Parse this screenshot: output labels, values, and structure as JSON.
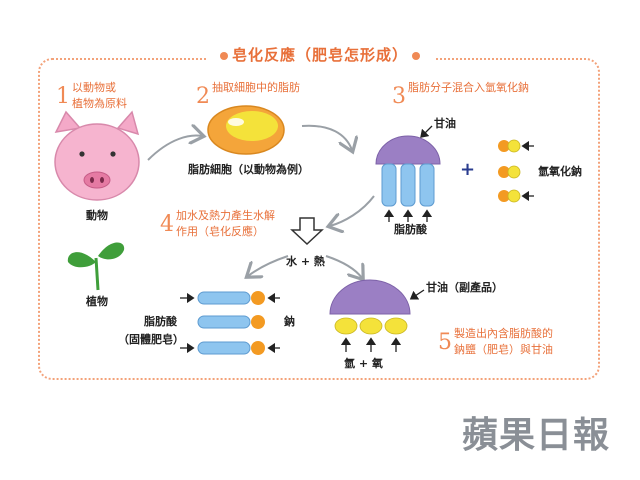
{
  "title": "皂化反應（肥皂怎形成）",
  "steps": [
    {
      "num": "1",
      "lines": [
        "以動物或",
        "植物為原料"
      ]
    },
    {
      "num": "2",
      "lines": [
        "抽取細胞中的脂肪"
      ]
    },
    {
      "num": "3",
      "lines": [
        "脂肪分子混合入氫氧化鈉"
      ]
    },
    {
      "num": "4",
      "lines": [
        "加水及熱力產生水解",
        "作用（皂化反應）"
      ]
    },
    {
      "num": "5",
      "lines": [
        "製造出內含脂肪酸的",
        "鈉鹽（肥皂）與甘油"
      ]
    }
  ],
  "labels": {
    "animal": "動物",
    "plant": "植物",
    "fat_cell": "脂肪細胞（以動物為例）",
    "glycerol": "甘油",
    "fatty_acid": "脂肪酸",
    "plus": "+",
    "naoh": "氫氧化鈉",
    "water_heat": "水 + 熱",
    "glycerol_byproduct": "甘油（副產品）",
    "fatty_acid_soap_1": "脂肪酸",
    "fatty_acid_soap_2": "（固體肥皂）",
    "sodium": "鈉",
    "h_o": "氫 + 氧"
  },
  "watermark": "蘋果日報",
  "colors": {
    "accent": "#f08a55",
    "purple": "#9b7fc4",
    "blue": "#8ec5ef",
    "yellow": "#f4e23a",
    "orange": "#f39a22",
    "green": "#3f9e3a",
    "pink": "#f4a9c8"
  }
}
